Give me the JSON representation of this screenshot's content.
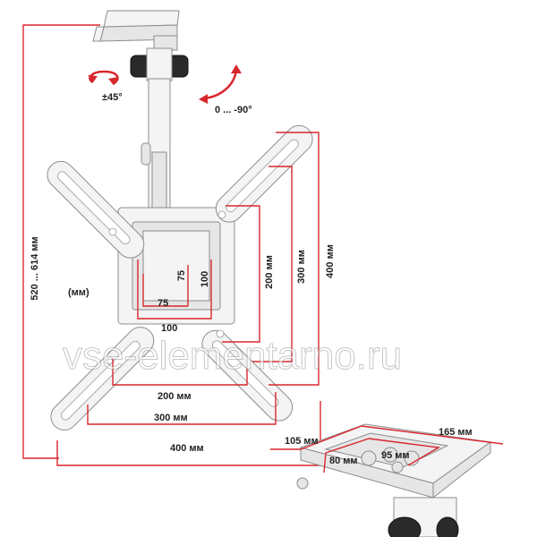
{
  "colors": {
    "dimension": "#d8272d",
    "arrow": "#d8272d",
    "metal": "#f4f4f4",
    "text": "#222222"
  },
  "rotation": {
    "swivel": "±45°",
    "tilt": "0 ... -90°"
  },
  "units": "(мм)",
  "dimensions": {
    "height_range": "520 ... 614 мм",
    "v75": "75",
    "h75": "75",
    "v100": "100",
    "h100": "100",
    "v200": "200 мм",
    "v300": "300 мм",
    "v400": "400 мм",
    "h200": "200 мм",
    "h300": "300 мм",
    "h400": "400 мм"
  },
  "plate": {
    "d105": "105 мм",
    "d165": "165 мм",
    "d80": "80 мм",
    "d95": "95 мм"
  },
  "watermark": "vse-elementarno.ru"
}
